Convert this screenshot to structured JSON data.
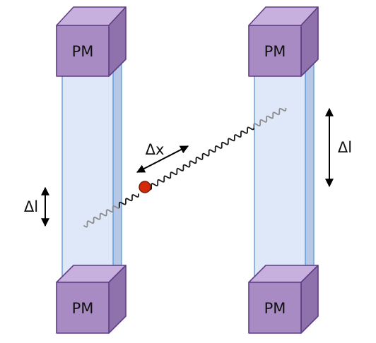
{
  "labels": {
    "pm_top_left": "PM",
    "pm_top_right": "PM",
    "pm_bottom_left": "PM",
    "pm_bottom_right": "PM",
    "delta_l_left": "Δl",
    "delta_l_right": "Δl",
    "delta_x": "Δx"
  },
  "colors": {
    "pm_front": "#a98bc4",
    "pm_top": "#c7b0dd",
    "pm_side": "#8f72ab",
    "pm_stroke": "#5e3e85",
    "bar_front": "#dfe8f8",
    "bar_side": "#b7c8e6",
    "bar_stroke": "#6aa3dd",
    "photon_dark": "#1a1a1a",
    "photon_light": "#8c8c8c",
    "particle": "#d42a0c",
    "particle_stroke": "#7a1a08",
    "arrow": "#000000"
  }
}
